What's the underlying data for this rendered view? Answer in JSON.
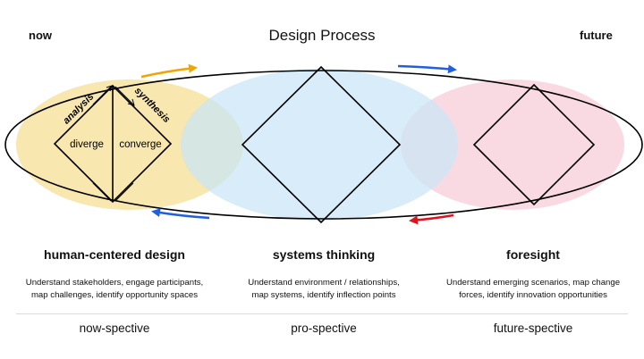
{
  "header": {
    "now": "now",
    "title": "Design Process",
    "future": "future"
  },
  "diamond_labels": {
    "analysis": "analysis",
    "synthesis": "synthesis",
    "diverge": "diverge",
    "converge": "converge"
  },
  "colors": {
    "hcd_circle": "#f7e3a0",
    "systems_circle": "#c9e6f6",
    "foresight_circle": "#fad6df",
    "arrow_orange": "#f4a300",
    "arrow_blue": "#1f5fe0",
    "arrow_red": "#e0121b"
  },
  "columns": [
    {
      "title": "human-centered design",
      "description_line1": "Understand stakeholders, engage participants,",
      "description_line2": "map challenges, identify opportunity spaces",
      "spective": "now-spective"
    },
    {
      "title": "systems thinking",
      "description_line1": "Understand environment / relationships,",
      "description_line2": "map systems, identify inflection points",
      "spective": "pro-spective"
    },
    {
      "title": "foresight",
      "description_line1": "Understand emerging scenarios, map change",
      "description_line2": "forces, identify innovation opportunities",
      "spective": "future-spective"
    }
  ]
}
